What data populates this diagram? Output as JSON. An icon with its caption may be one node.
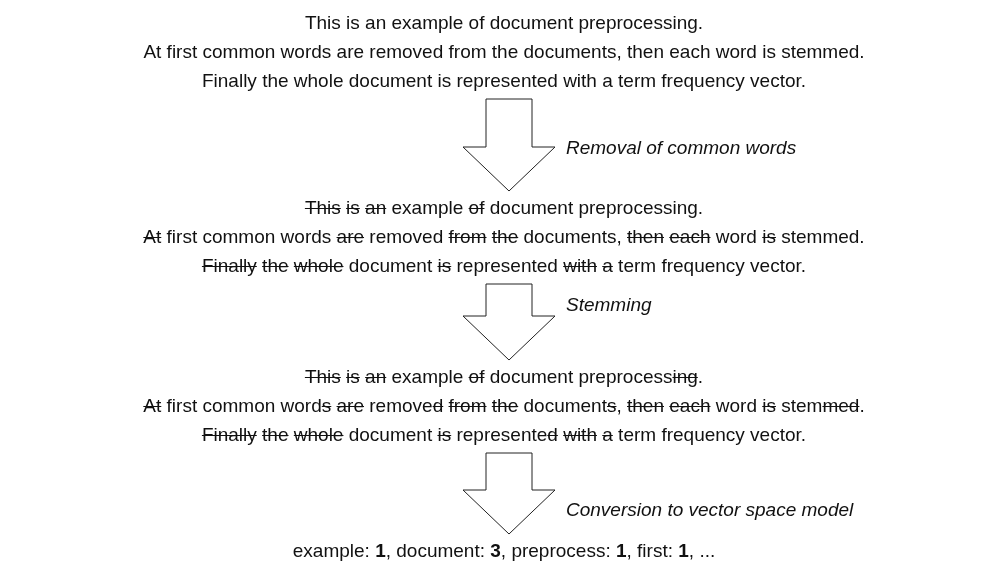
{
  "diagram": {
    "nodes": [
      {
        "text": [
          "This is an example of document preprocessing.",
          "At first common words are removed from the documents, then each word is stemmed.",
          "Finally the whole document is represented with a term frequency vector."
        ]
      },
      {
        "text": [
          "This is an example of document preprocessing.",
          "At first common words are removed from the documents, then each word is stemmed.",
          "Finally the whole document is represented with a term frequency vector."
        ]
      },
      {
        "text": [
          "This is an example of document preprocessing.",
          "At first common words are removed from the documents, then each word is stemmed.",
          "Finally the whole document is represented with a term frequency vector."
        ]
      },
      {
        "text": [
          "example: **1**, document: **3**, preprocess: **1**, first: **1**, ..."
        ]
      }
    ],
    "edges": [
      {
        "from": 0,
        "to": 1,
        "arrow": "to",
        "label": "Removal of common words"
      },
      {
        "from": 1,
        "to": 2,
        "arrow": "to",
        "label": "Stemming"
      },
      {
        "from": 2,
        "to": 3,
        "arrow": "to",
        "label": "Conversion to vector space model"
      }
    ]
  }
}
